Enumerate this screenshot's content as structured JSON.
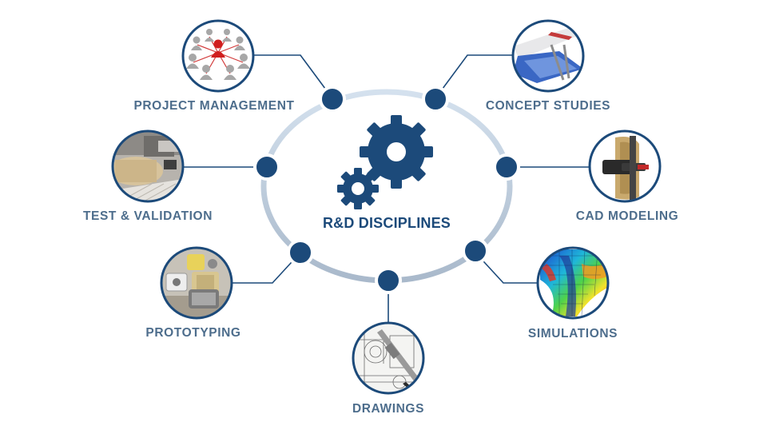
{
  "title": "R&D DISCIPLINES",
  "colors": {
    "primary": "#1c4a7a",
    "label": "#4d6d8c",
    "ring_light": "#c9d9e8",
    "ring_mid": "#aebfd0"
  },
  "center_icon": "gears-icon",
  "disciplines": [
    {
      "label": "PROJECT MANAGEMENT",
      "icon": "people-network-icon"
    },
    {
      "label": "CONCEPT STUDIES",
      "icon": "wing-concept-icon"
    },
    {
      "label": "TEST & VALIDATION",
      "icon": "test-rig-icon"
    },
    {
      "label": "CAD MODELING",
      "icon": "cad-part-icon"
    },
    {
      "label": "PROTOTYPING",
      "icon": "prototype-parts-icon"
    },
    {
      "label": "SIMULATIONS",
      "icon": "fea-simulation-icon"
    },
    {
      "label": "DRAWINGS",
      "icon": "technical-drawing-icon"
    }
  ]
}
